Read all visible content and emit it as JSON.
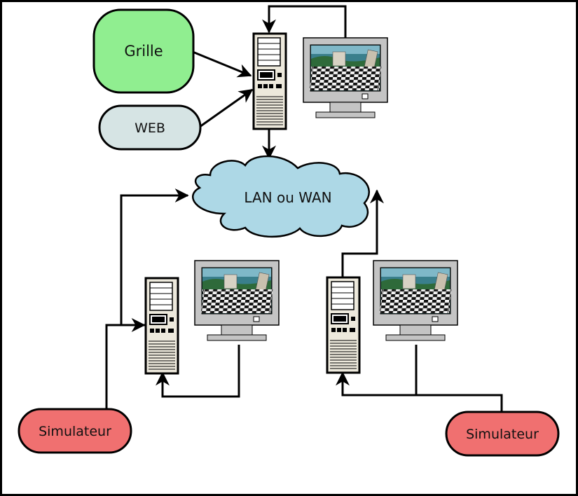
{
  "nodes": {
    "grid": {
      "label": "Grille",
      "color": "#90ee90"
    },
    "web": {
      "label": "WEB",
      "color": "#d6e4e4"
    },
    "network": {
      "label": "LAN ou WAN",
      "color": "#add8e6"
    },
    "simulator_left": {
      "label": "Simulateur",
      "color": "#f07070"
    },
    "simulator_right": {
      "label": "Simulateur",
      "color": "#f07070"
    }
  },
  "devices": [
    {
      "id": "server",
      "type": "tower-computer",
      "monitor": "crt-monitor",
      "screen": "3d-checkerboard-scene"
    },
    {
      "id": "client-left",
      "type": "tower-computer",
      "monitor": "crt-monitor",
      "screen": "3d-checkerboard-scene"
    },
    {
      "id": "client-right",
      "type": "tower-computer",
      "monitor": "crt-monitor",
      "screen": "3d-checkerboard-scene"
    }
  ],
  "colors": {
    "border": "#000000",
    "line": "#000000",
    "computer_body": "#ede9dc",
    "monitor_body": "#c4c4c4"
  }
}
